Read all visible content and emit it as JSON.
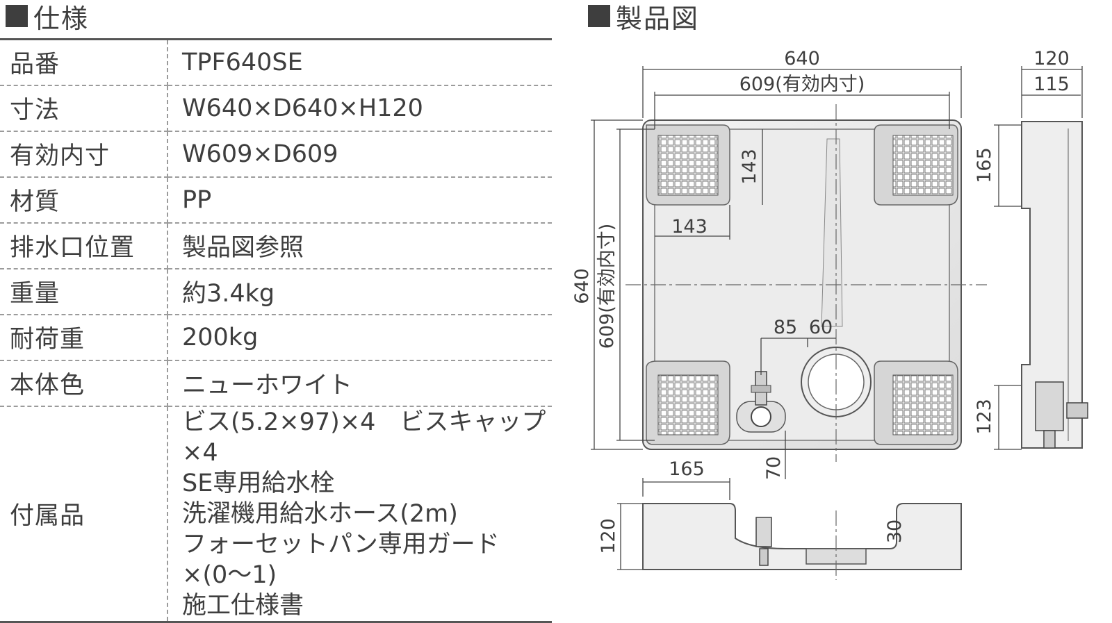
{
  "spec": {
    "title": "仕様",
    "rows": [
      {
        "label": "品番",
        "value": "TPF640SE"
      },
      {
        "label": "寸法",
        "value": "W640×D640×H120"
      },
      {
        "label": "有効内寸",
        "value": "W609×D609"
      },
      {
        "label": "材質",
        "value": "PP"
      },
      {
        "label": "排水口位置",
        "value": "製品図参照"
      },
      {
        "label": "重量",
        "value": "約3.4kg"
      },
      {
        "label": "耐荷重",
        "value": "200kg"
      },
      {
        "label": "本体色",
        "value": "ニューホワイト"
      }
    ],
    "accessories": {
      "label": "付属品",
      "lines": [
        "ビス(5.2×97)×4　ビスキャップ×4",
        "SE専用給水栓",
        "洗濯機用給水ホース(2m)",
        "フォーセットパン専用ガード×(0〜1)",
        "施工仕様書"
      ]
    }
  },
  "drawing": {
    "title": "製品図",
    "dims": {
      "top_width": "640",
      "top_inner": "609(有効内寸)",
      "side_depth": "120",
      "side_inner": "115",
      "side_height": "165",
      "corner_v": "143",
      "corner_h": "143",
      "left_height": "640",
      "left_inner": "609(有効内寸)",
      "drain_x": "85",
      "drain_w": "60",
      "side_drain": "123",
      "bottom_drain": "70",
      "front_165": "165",
      "front_120": "120",
      "front_30": "30"
    }
  }
}
